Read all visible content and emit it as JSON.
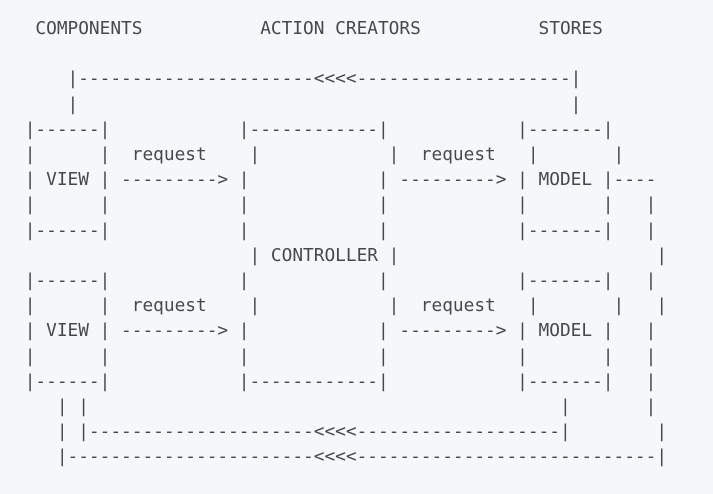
{
  "theme": {
    "background": "#f6f7f8",
    "text_color": "#45494e"
  },
  "diagram": {
    "type": "ascii-architecture-diagram",
    "column_headers": [
      "COMPONENTS",
      "ACTION CREATORS",
      "STORES"
    ],
    "boxes": [
      "VIEW",
      "VIEW",
      "CONTROLLER",
      "MODEL",
      "MODEL"
    ],
    "edge_label": "request",
    "flow": [
      "VIEW -> request -> CONTROLLER",
      "CONTROLLER -> request -> MODEL",
      "MODEL <<<< back to VIEW (top return path)",
      "MODEL <<<< back to VIEW (bottom return paths)"
    ],
    "ascii_lines": [
      "  COMPONENTS           ACTION CREATORS           STORES",
      "",
      "     |----------------------<<<<--------------------|",
      "     |                                              |",
      " |------|            |------------|            |-------|",
      " |      |  request    |            |  request   |       |",
      " | VIEW | ---------> |            | ---------> | MODEL |----",
      " |      |            |            |            |       |   |",
      " |------|            |            |            |-------|   |",
      "                      | CONTROLLER |                        |",
      " |------|            |            |            |-------|   |",
      " |      |  request    |            |  request   |       |   |",
      " | VIEW | ---------> |            | ---------> | MODEL |   |",
      " |      |            |            |            |       |   |",
      " |------|            |------------|            |-------|   |",
      "    | |                                            |       |",
      "    | |---------------------<<<<-------------------|        |",
      "    |-----------------------<<<<----------------------------|"
    ]
  }
}
